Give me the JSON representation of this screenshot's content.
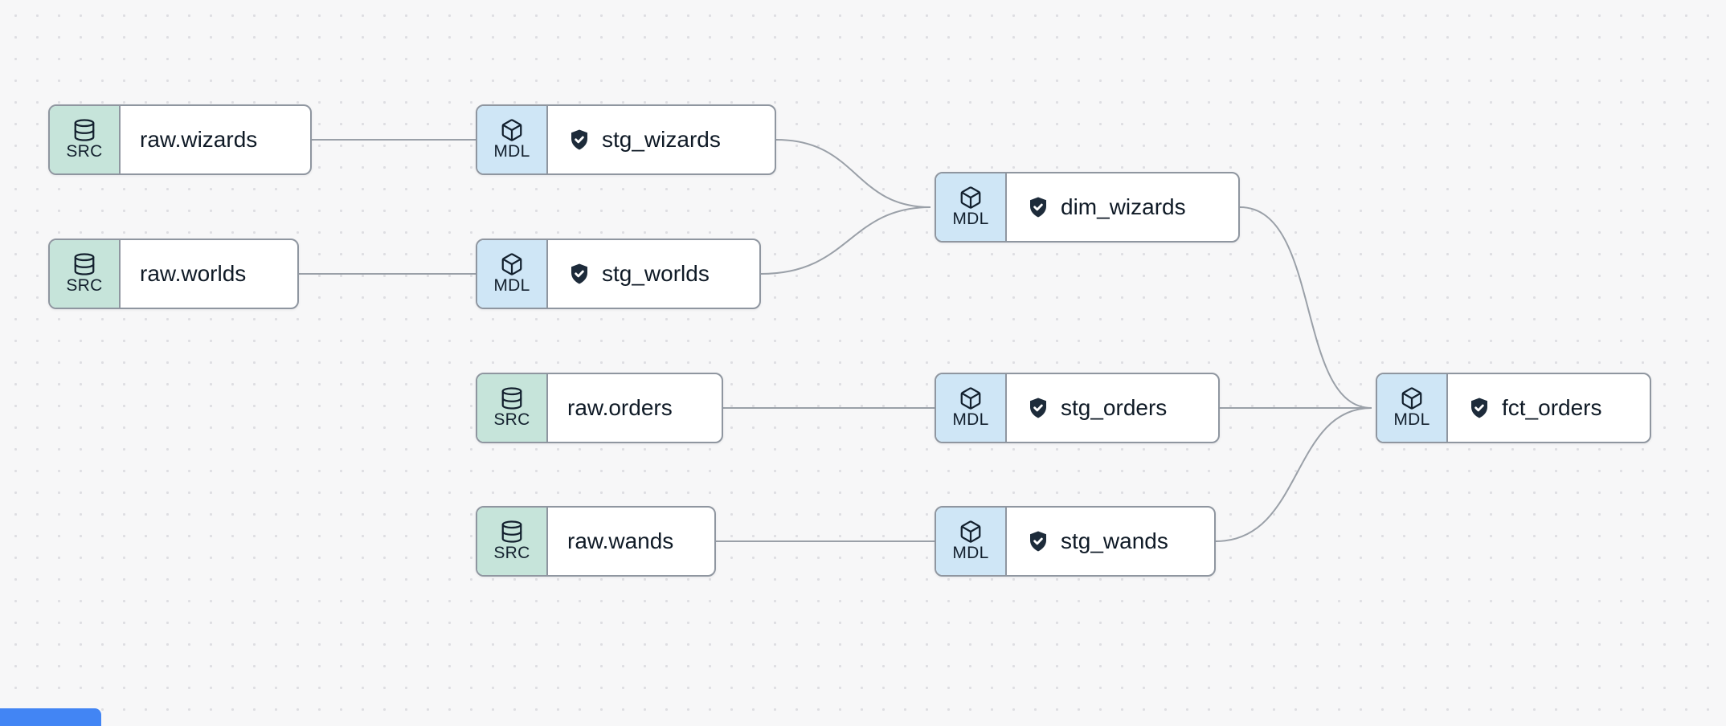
{
  "canvas": {
    "background": "#f7f7f8",
    "dot_color": "#dedee2"
  },
  "colors": {
    "source_badge": "#c6e4da",
    "model_badge": "#cfe6f6",
    "node_border": "#8f96a0",
    "edge": "#9aa0a8",
    "text": "#0f1a26",
    "shield": "#1d2b3a",
    "accent_bar": "#4285f4"
  },
  "nodes": [
    {
      "id": "raw_wizards",
      "type": "source",
      "badge": "SRC",
      "label": "raw.wizards"
    },
    {
      "id": "raw_worlds",
      "type": "source",
      "badge": "SRC",
      "label": "raw.worlds"
    },
    {
      "id": "stg_wizards",
      "type": "model",
      "badge": "MDL",
      "label": "stg_wizards"
    },
    {
      "id": "stg_worlds",
      "type": "model",
      "badge": "MDL",
      "label": "stg_worlds"
    },
    {
      "id": "dim_wizards",
      "type": "model",
      "badge": "MDL",
      "label": "dim_wizards"
    },
    {
      "id": "raw_orders",
      "type": "source",
      "badge": "SRC",
      "label": "raw.orders"
    },
    {
      "id": "stg_orders",
      "type": "model",
      "badge": "MDL",
      "label": "stg_orders"
    },
    {
      "id": "raw_wands",
      "type": "source",
      "badge": "SRC",
      "label": "raw.wands"
    },
    {
      "id": "stg_wands",
      "type": "model",
      "badge": "MDL",
      "label": "stg_wands"
    },
    {
      "id": "fct_orders",
      "type": "model",
      "badge": "MDL",
      "label": "fct_orders"
    }
  ],
  "edges": [
    {
      "from": "raw_wizards",
      "to": "stg_wizards"
    },
    {
      "from": "raw_worlds",
      "to": "stg_worlds"
    },
    {
      "from": "stg_wizards",
      "to": "dim_wizards"
    },
    {
      "from": "stg_worlds",
      "to": "dim_wizards"
    },
    {
      "from": "raw_orders",
      "to": "stg_orders"
    },
    {
      "from": "raw_wands",
      "to": "stg_wands"
    },
    {
      "from": "stg_orders",
      "to": "fct_orders"
    },
    {
      "from": "stg_wands",
      "to": "fct_orders"
    },
    {
      "from": "dim_wizards",
      "to": "fct_orders"
    }
  ]
}
